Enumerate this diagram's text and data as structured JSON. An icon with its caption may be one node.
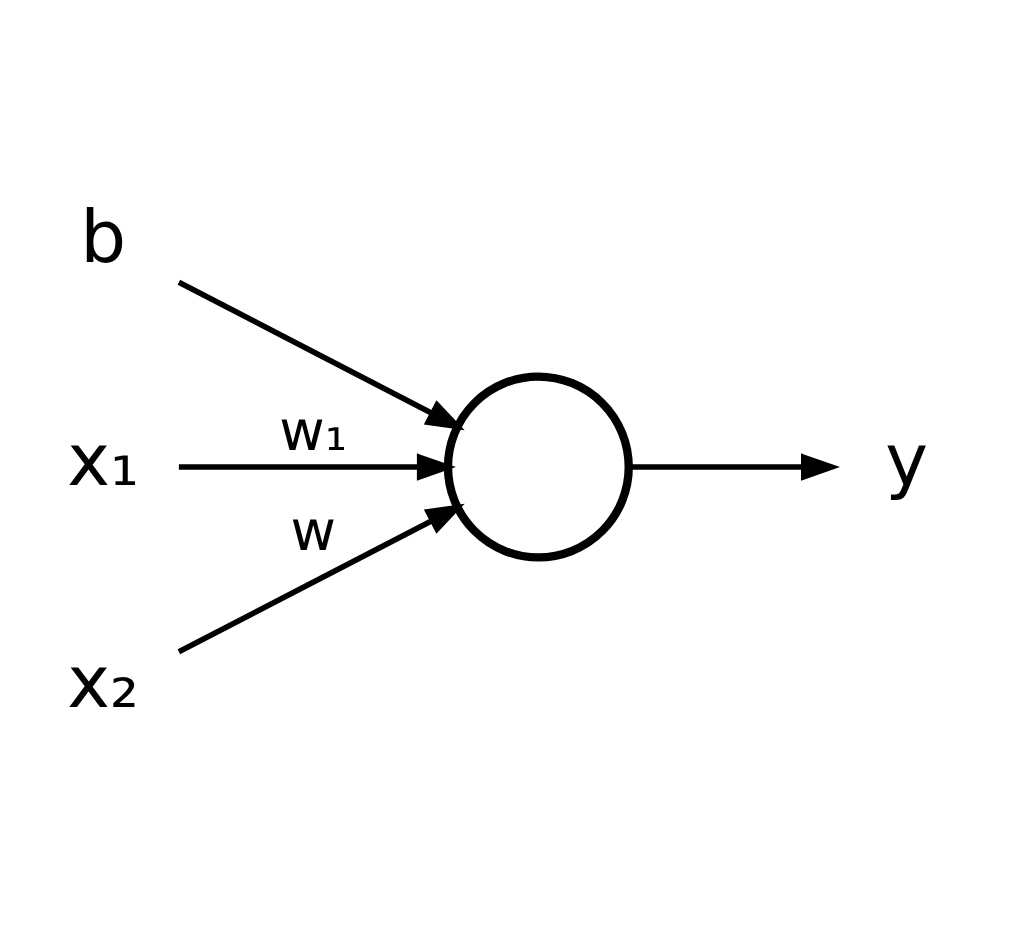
{
  "diagram": {
    "nodes": [
      {
        "text": [
          "b"
        ]
      },
      {
        "text": [
          "x₁"
        ]
      },
      {
        "text": [],
        "shape": "circle"
      },
      {
        "text": [
          "y"
        ]
      },
      {
        "text": [
          "x₂"
        ]
      }
    ],
    "edges": [
      {
        "from": 0,
        "to": 2,
        "arrow": "to"
      },
      {
        "from": 1,
        "to": 2,
        "arrow": "to",
        "label": "w₁"
      },
      {
        "from": 2,
        "to": 3,
        "arrow": "to"
      },
      {
        "from": 4,
        "to": 2,
        "arrow": "to",
        "label": "w"
      }
    ]
  }
}
